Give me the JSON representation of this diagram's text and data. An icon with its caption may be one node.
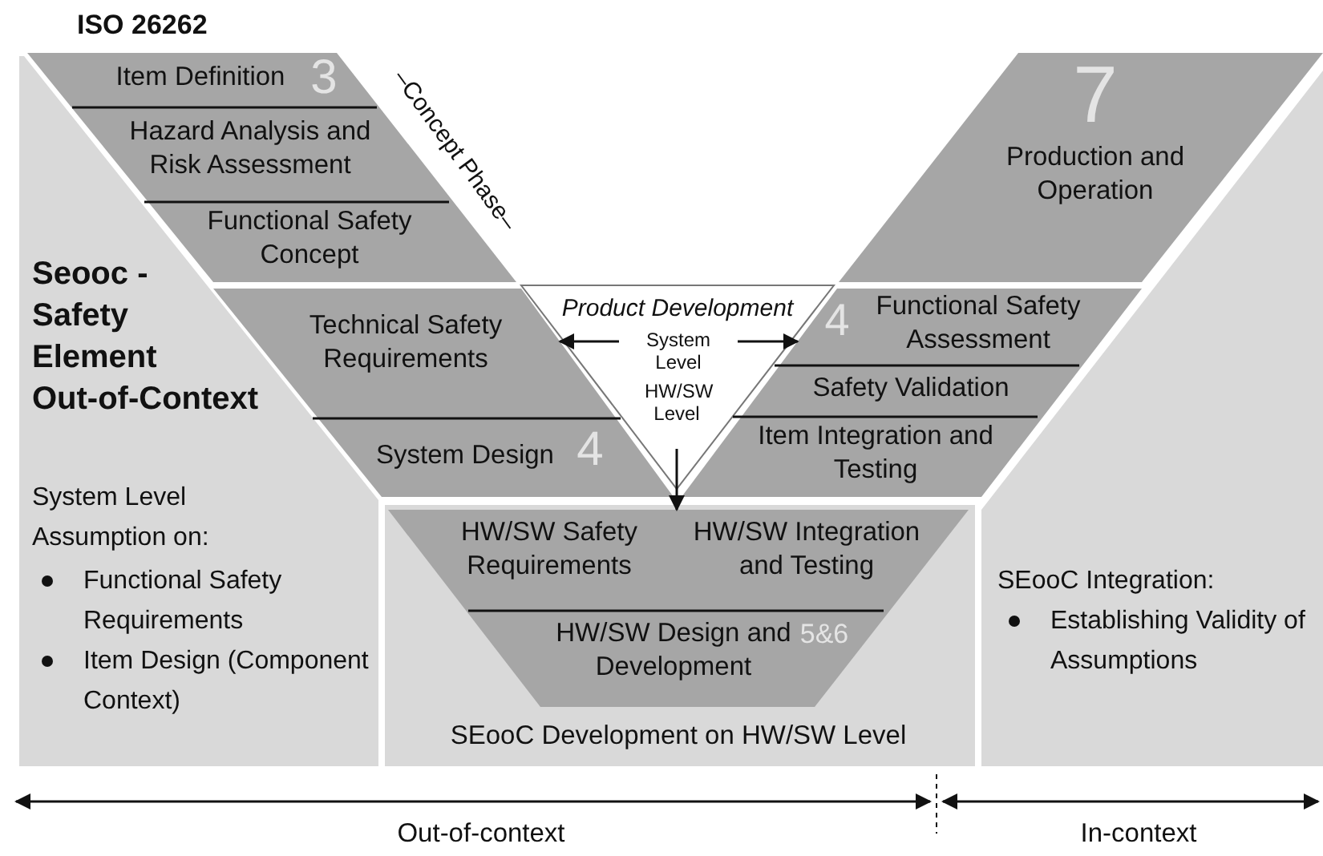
{
  "diagram": {
    "title": "ISO 26262",
    "nodes": [
      {
        "text": [
          "Seooc - Safety Element Out-of-Context",
          "System Level Assumption on:",
          "Functional Safety Requirements",
          "Item Design (Component Context)"
        ]
      },
      {
        "text": [
          "3",
          "Item Definition",
          "Hazard Analysis and Risk Assessment",
          "Functional Safety Concept"
        ],
        "beside": [
          "–Concept Phase–"
        ]
      },
      {
        "text": [
          "Technical Safety Requirements",
          "System Design",
          "4"
        ]
      },
      {
        "text": [
          "Product Development"
        ]
      },
      {
        "text": [
          "System Level"
        ],
        "in": 3
      },
      {
        "text": [
          "HW/SW Level"
        ],
        "in": 3
      },
      {
        "text": [
          "4",
          "Functional Safety Assessment",
          "Safety Validation",
          "Item Integration and Testing"
        ]
      },
      {
        "text": [
          "7",
          "Production and Operation"
        ]
      },
      {
        "text": [
          "SEooC Development on HW/SW Level"
        ]
      },
      {
        "text": [
          "HW/SW Safety Requirements",
          "HW/SW Integration and Testing",
          "HW/SW Design and Development",
          "5&6"
        ],
        "in": 8
      },
      {
        "text": [
          "SEooC Integration:",
          "Establishing Validity of Assumptions"
        ]
      }
    ],
    "edges": [
      {
        "from": 4,
        "to": 2,
        "arrow": "to"
      },
      {
        "from": 4,
        "to": 6,
        "arrow": "to"
      },
      {
        "from": 5,
        "to": 9,
        "arrow": "to"
      }
    ],
    "labels": [
      "Out-of-context",
      "In-context"
    ]
  }
}
